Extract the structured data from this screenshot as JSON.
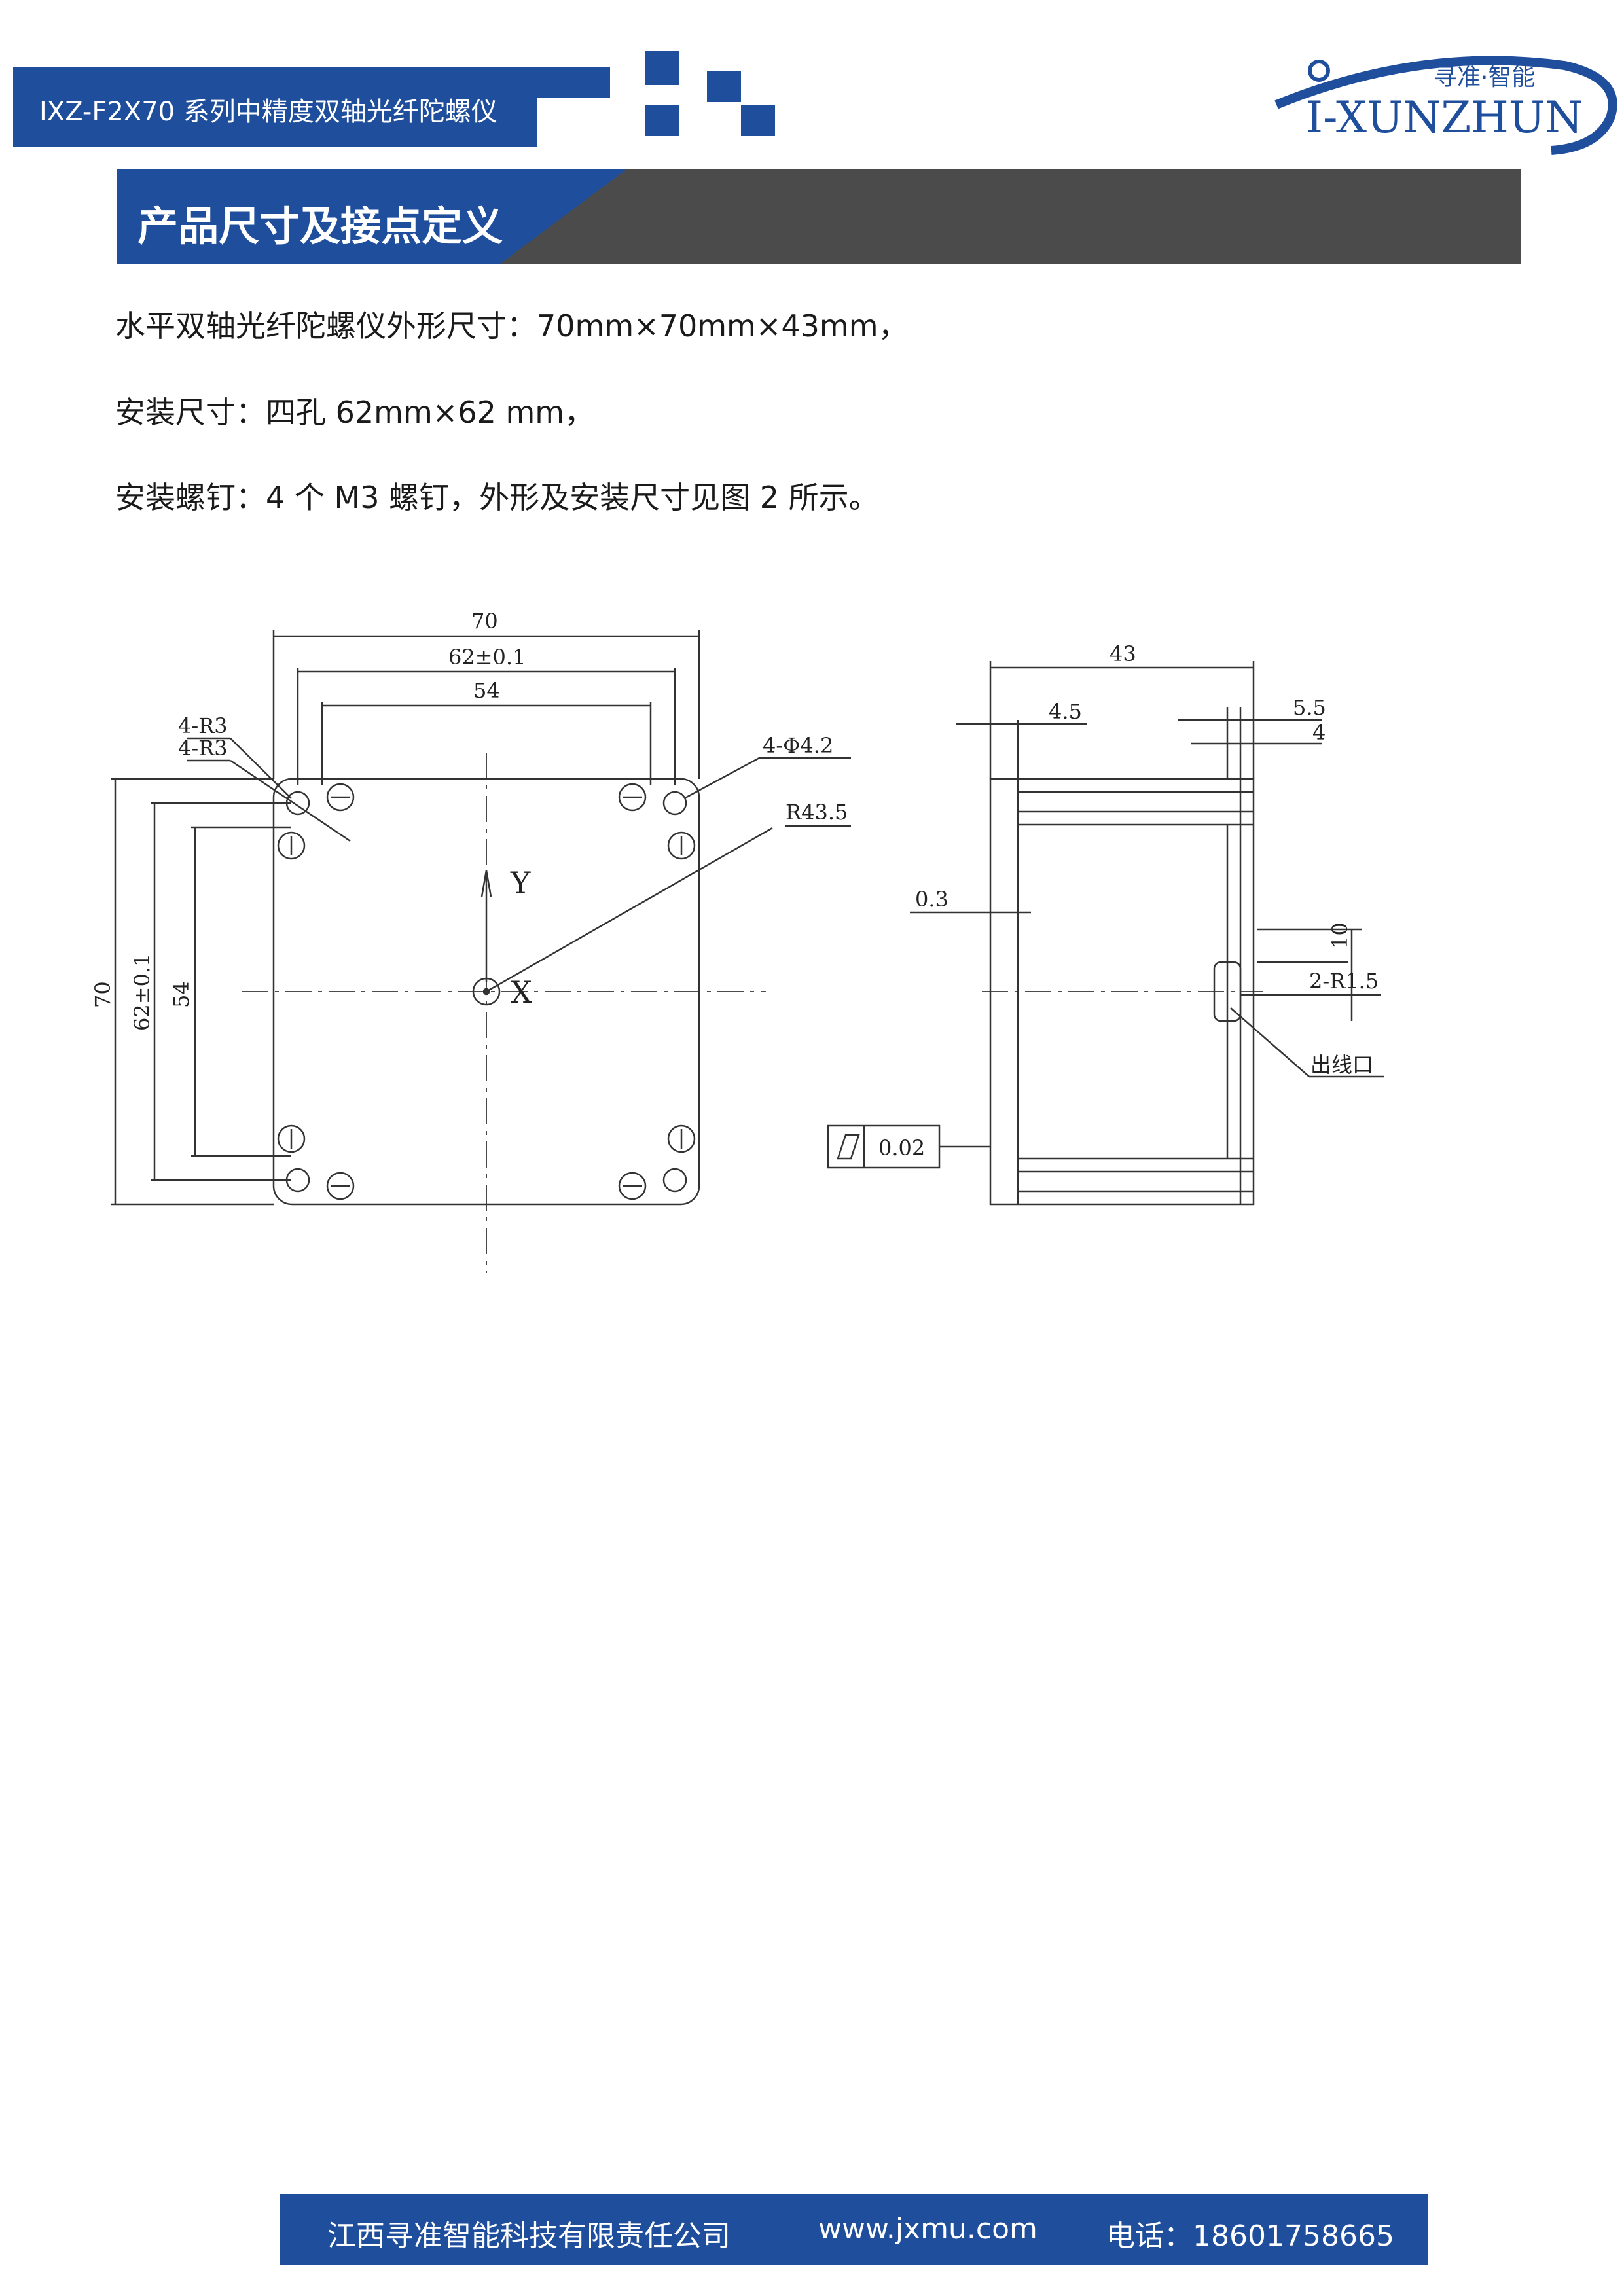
{
  "header": {
    "doc_title": "IXZ-F2X70 系列中精度双轴光纤陀螺仪",
    "logo_cn": "寻准·智能",
    "logo_en": "I-XUNZHUN"
  },
  "section": {
    "title": "产品尺寸及接点定义"
  },
  "paragraphs": [
    "水平双轴光纤陀螺仪外形尺寸：70mm×70mm×43mm，",
    "安装尺寸：四孔  62mm×62 mm，",
    "安装螺钉：4  个  M3  螺钉，外形及安装尺寸见图  2  所示。"
  ],
  "drawing": {
    "front": {
      "dim_width_70": "70",
      "dim_width_62": "62±0.1",
      "dim_width_54": "54",
      "dim_height_70": "70",
      "dim_height_62": "62±0.1",
      "dim_height_54": "54",
      "callout_r3_a": "4-R3",
      "callout_r3_b": "4-R3",
      "callout_holes": "4-Φ4.2",
      "callout_radius": "R43.5",
      "axis_y": "Y",
      "axis_x": "X"
    },
    "side": {
      "dim_depth_43": "43",
      "dim_4_5": "4.5",
      "dim_5_5": "5.5",
      "dim_4": "4",
      "dim_0_3": "0.3",
      "dim_10": "10",
      "callout_r1_5": "2-R1.5",
      "callout_outlet": "出线口",
      "flatness": "0.02"
    }
  },
  "footer": {
    "company": "江西寻准智能科技有限责任公司",
    "website": "www.jxmu.com",
    "phone": "电话：18601758665"
  },
  "colors": {
    "brand_blue": "#1f4e9c",
    "banner_gray": "#4b4b4b"
  }
}
